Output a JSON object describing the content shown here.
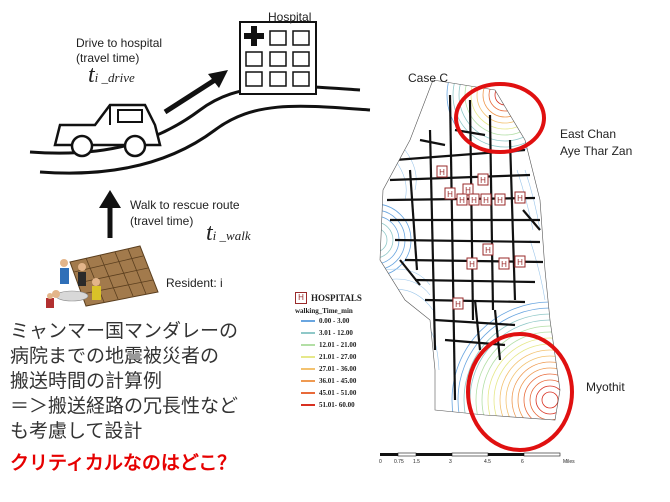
{
  "left_diagram": {
    "hospital_label": "Hospital",
    "drive_label_line1": "Drive to hospital",
    "drive_label_line2": "(travel time)",
    "t_drive_main": "t",
    "t_drive_sub": "i _drive",
    "walk_label_line1": "Walk to rescue route",
    "walk_label_line2": "(travel time)",
    "t_walk_main": "t",
    "t_walk_sub": "i _walk",
    "resident_label": "Resident: i"
  },
  "japanese_text": {
    "line1": "ミャンマー国マンダレーの",
    "line2": "病院までの地震被災者の",
    "line3": "搬送時間の計算例",
    "line4": "＝＞搬送経路の冗長性など",
    "line5": "も考慮して設計",
    "question": "クリティカルなのはどこ？"
  },
  "map": {
    "case_label": "Case C",
    "region_north_line1": "East Chan",
    "region_north_line2": "Aye Thar Zan",
    "region_south": "Myothit",
    "hospital_marker": "H"
  },
  "legend": {
    "hospital_icon": "H",
    "hospitals_label": "HOSPITALS",
    "title": "walking_Time_min",
    "items": [
      {
        "label": "0.00 - 3.00",
        "color": "#6aa6e0"
      },
      {
        "label": "3.01 - 12.00",
        "color": "#8fc8c8"
      },
      {
        "label": "12.01 - 21.00",
        "color": "#b3dfa6"
      },
      {
        "label": "21.01 - 27.00",
        "color": "#e6e88a"
      },
      {
        "label": "27.01 - 36.00",
        "color": "#f3c270"
      },
      {
        "label": "36.01 - 45.00",
        "color": "#ef9a52"
      },
      {
        "label": "45.01 - 51.00",
        "color": "#e86a3a"
      },
      {
        "label": "51.01- 60.00",
        "color": "#d83020"
      }
    ]
  },
  "scalebar": {
    "ticks": [
      "0",
      "0.75",
      "1.5",
      "3",
      "4.5",
      "6"
    ],
    "unit": "Miles"
  },
  "colors": {
    "highlight_circle": "#e01010",
    "question_text": "#e60000",
    "road": "#111111",
    "hospital_marker": "#9a2a2a"
  }
}
